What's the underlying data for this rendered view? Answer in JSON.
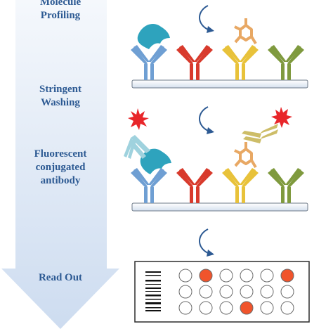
{
  "steps": [
    {
      "label_line1": "Molecule",
      "label_line2": "Profiling"
    },
    {
      "label_line1": "Stringent",
      "label_line2": "Washing"
    },
    {
      "label_line1": "Fluorescent",
      "label_line2": "conjugated",
      "label_line3": "antibody"
    },
    {
      "label_line1": "Read Out"
    }
  ],
  "colors": {
    "arrow_top": "#f5f8fc",
    "arrow_bottom": "#cddcf0",
    "label": "#2d5a93",
    "antibody_blue": "#6f9fd3",
    "antibody_red": "#d83a2c",
    "antibody_yellow": "#e8c23a",
    "antibody_green": "#7f9a3e",
    "antigen_teal": "#2ea3bd",
    "molecule_orange": "#e8a864",
    "fluor_red": "#e8262a",
    "readout_spot": "#f0542c"
  },
  "readout": {
    "grid": [
      [
        0,
        1,
        0,
        0,
        0,
        1
      ],
      [
        0,
        0,
        0,
        0,
        0,
        0
      ],
      [
        0,
        0,
        0,
        1,
        0,
        0
      ]
    ]
  }
}
